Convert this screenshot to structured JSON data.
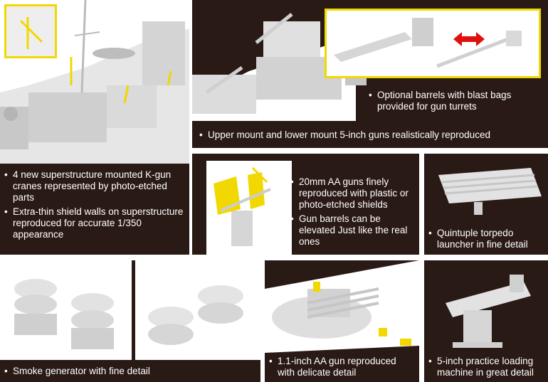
{
  "panels": {
    "superstructure": {
      "bullets": [
        "4 new superstructure mounted K-gun cranes represented by photo-etched parts",
        "Extra-thin shield walls on superstructure reproduced for accurate 1/350 appearance"
      ]
    },
    "turrets": {
      "inset_bullet": "Optional barrels with blast bags provided for gun turrets",
      "bullet": "Upper mount and lower mount 5-inch guns realistically reproduced"
    },
    "aa20mm": {
      "bullets": [
        "20mm AA guns finely reproduced with plastic or photo-etched shields",
        "Gun barrels can be elevated Just like the real ones"
      ]
    },
    "torpedo": {
      "bullet": "Quintuple torpedo launcher in fine detail"
    },
    "smoke": {
      "bullet": "Smoke generator with fine detail"
    },
    "aa11": {
      "bullet": "1.1-inch AA gun reproduced with delicate detail"
    },
    "loader": {
      "bullet": "5-inch practice loading machine in great detail"
    }
  },
  "colors": {
    "panel_bg": "#2a1a15",
    "highlight": "#f0d800",
    "arrow": "#e01010",
    "model_gray": "#d8d8d8"
  }
}
